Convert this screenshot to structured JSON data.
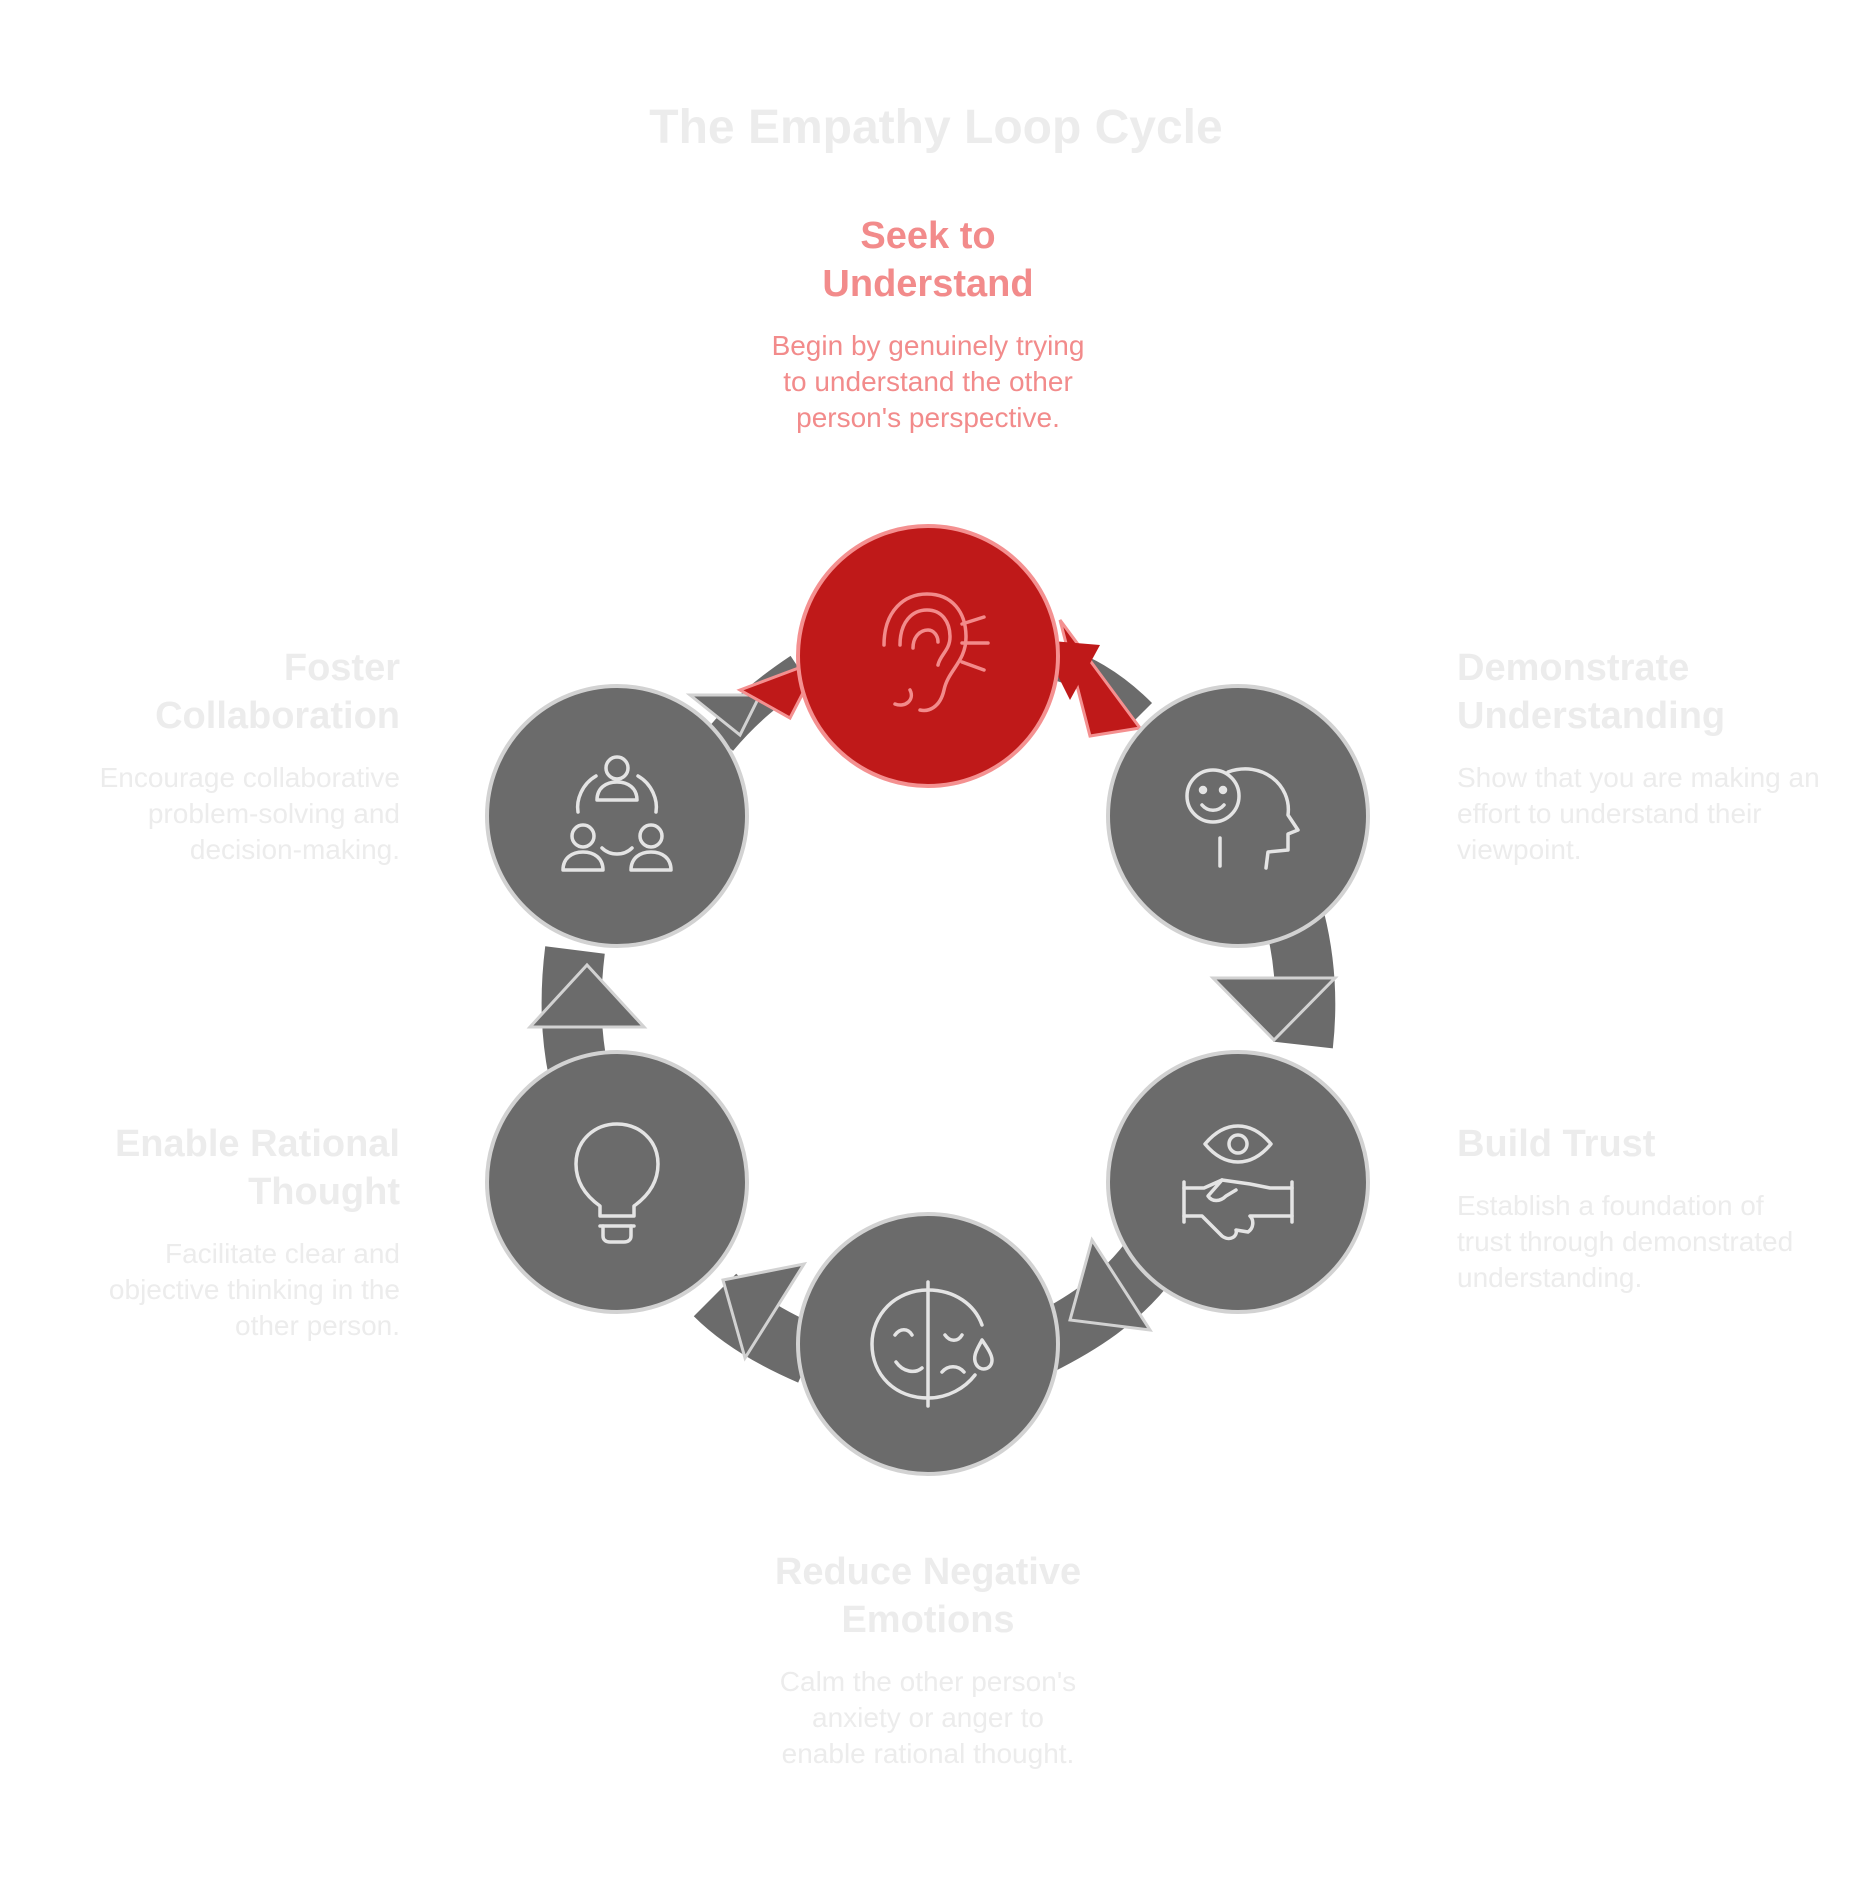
{
  "title": "The Empathy Loop Cycle",
  "colors": {
    "active_fill": "#bf1919",
    "active_outline": "#f49090",
    "active_text": "#f28b8b",
    "node_fill": "#6b6b6b",
    "node_outline": "#d2d2d2",
    "dim_text": "#ececec",
    "icon_stroke": "#e4e4e4"
  },
  "steps": [
    {
      "title_lines": [
        "Seek to",
        "Understand"
      ],
      "description": "Begin by genuinely trying to understand the other person's perspective.",
      "icon": "ear-icon",
      "active": true
    },
    {
      "title_lines": [
        "Demonstrate",
        "Understanding"
      ],
      "description": "Show that you are making an effort to understand their viewpoint.",
      "icon": "smiling-head-icon",
      "active": false
    },
    {
      "title_lines": [
        "Build Trust"
      ],
      "description": "Establish a foundation of trust through demonstrated understanding.",
      "icon": "eye-handshake-icon",
      "active": false
    },
    {
      "title_lines": [
        "Reduce Negative",
        "Emotions"
      ],
      "description": "Calm the other person's anxiety or anger to enable rational thought.",
      "icon": "half-happy-sad-face-icon",
      "active": false
    },
    {
      "title_lines": [
        "Enable Rational",
        "Thought"
      ],
      "description": "Facilitate clear and objective thinking in the other person.",
      "icon": "lightbulb-icon",
      "active": false
    },
    {
      "title_lines": [
        "Foster",
        "Collaboration"
      ],
      "description": "Encourage collaborative problem-solving and decision-making.",
      "icon": "team-circle-icon",
      "active": false
    }
  ]
}
